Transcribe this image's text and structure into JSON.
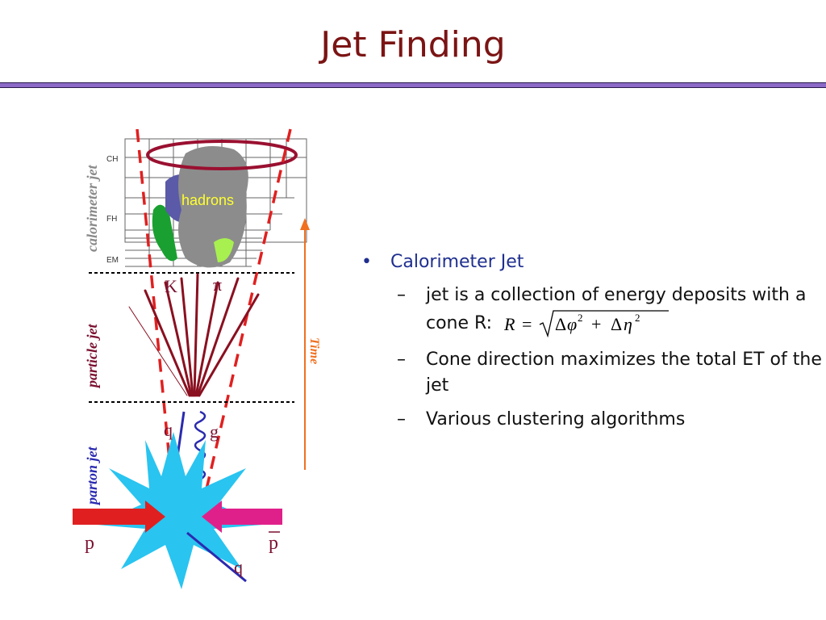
{
  "slide": {
    "title": "Jet Finding",
    "accent_color": "#7b1414",
    "rule_color": "#8c6bc8"
  },
  "diagram": {
    "level_labels": [
      "calorimeter jet",
      "particle jet",
      "parton jet"
    ],
    "calorimeter_layers": [
      "CH",
      "FH",
      "EM"
    ],
    "hadrons_label": "hadrons",
    "particles": [
      "K",
      "π"
    ],
    "partons": [
      "q",
      "g",
      "q"
    ],
    "beams": [
      "p",
      "p"
    ],
    "time_label": "Time",
    "colors": {
      "cone": "#e02020",
      "ring": "#9a1030",
      "time": "#f07020",
      "labels": "#7a1030",
      "parton_label": "#2a2ab0",
      "burst": "#29c4f0"
    }
  },
  "bullets": {
    "main": "Calorimeter Jet",
    "items": [
      {
        "text": " jet is a collection of energy deposits with a cone R:"
      },
      {
        "text": "Cone direction maximizes the total ET of the jet"
      },
      {
        "text": "Various clustering algorithms"
      }
    ],
    "formula": {
      "lhs": "R",
      "eq": "=",
      "delta": "Δ",
      "phi": "φ",
      "eta": "η",
      "plus": "+",
      "sq": "2"
    }
  }
}
